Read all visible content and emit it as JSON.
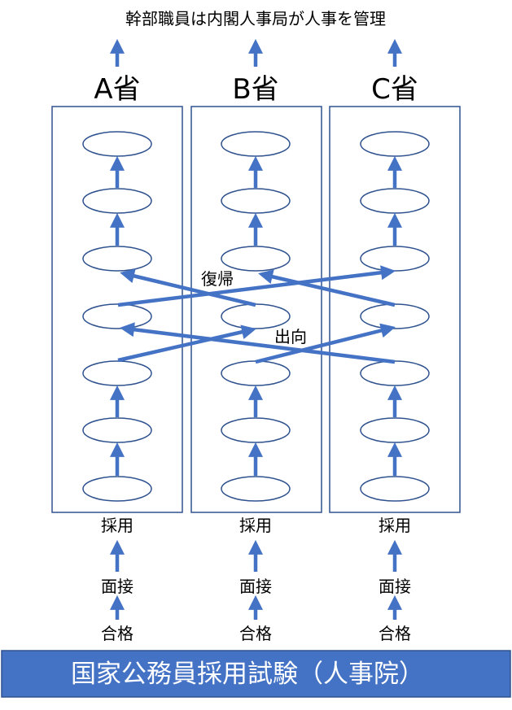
{
  "title": "幹部職員は内閣人事局が人事を管理",
  "ministries": [
    {
      "label": "A省"
    },
    {
      "label": "B省"
    },
    {
      "label": "C省"
    }
  ],
  "levels_per_ministry": 7,
  "labels": {
    "return": "復帰",
    "secondment": "出向",
    "hire": "採用",
    "interview": "面接",
    "pass": "合格"
  },
  "exam_banner": "国家公務員採用試験（人事院）",
  "colors": {
    "accent": "#4472C4",
    "box_border": "#2F528F"
  }
}
